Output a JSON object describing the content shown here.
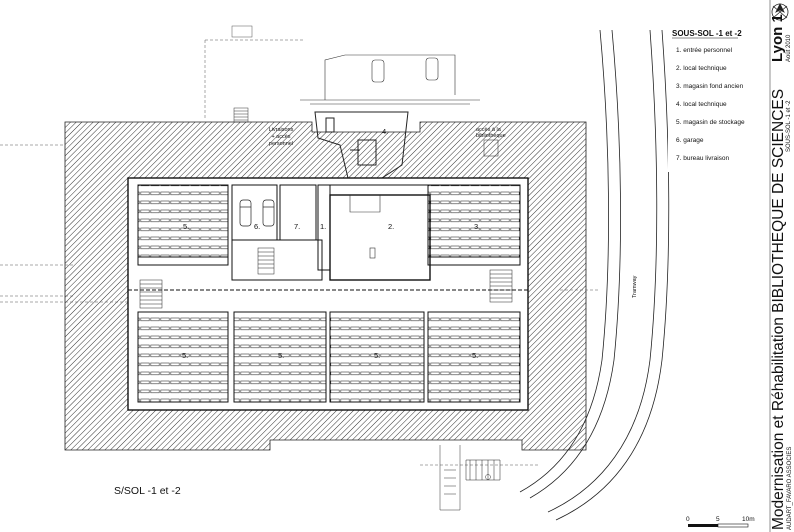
{
  "legend": {
    "title": "SOUS-SOL -1 et -2",
    "items": [
      "1. entrée personnel",
      "2. local technique",
      "3. magasin fond ancien",
      "4. local technique",
      "5. magasin de stockage",
      "6. garage",
      "7. bureau livraison"
    ]
  },
  "rooms": {
    "r1": "1.",
    "r2": "2.",
    "r3": "3.",
    "r4": "4.",
    "r5a": "5.",
    "r5b": "5.",
    "r5c": "5.",
    "r5d": "5.",
    "r5e": "5.",
    "r6": "6.",
    "r7": "7."
  },
  "annotations": {
    "livraisons": [
      "Livraisons",
      "+ accès",
      "personnel"
    ],
    "acces_bib": [
      "accès à la",
      "bibliothèque"
    ],
    "tramway": "Tramway"
  },
  "plan_label": "S/SOL -1 et -2",
  "title_block": {
    "university": "Lyon 1",
    "date": "Août 2010",
    "project_line": "Modernisation  et  Réhabilitation  BIBLIOTHEQUE  DE  SCIENCES",
    "level": "SOUS-SOL -1 et -2",
    "architect": "AUDART_FAVARO ASSOCIES"
  },
  "scale_bar": {
    "labels": [
      "0",
      "5",
      "10m"
    ]
  },
  "icons": [
    "north-arrow-icon",
    "stair-icon",
    "car-icon"
  ]
}
